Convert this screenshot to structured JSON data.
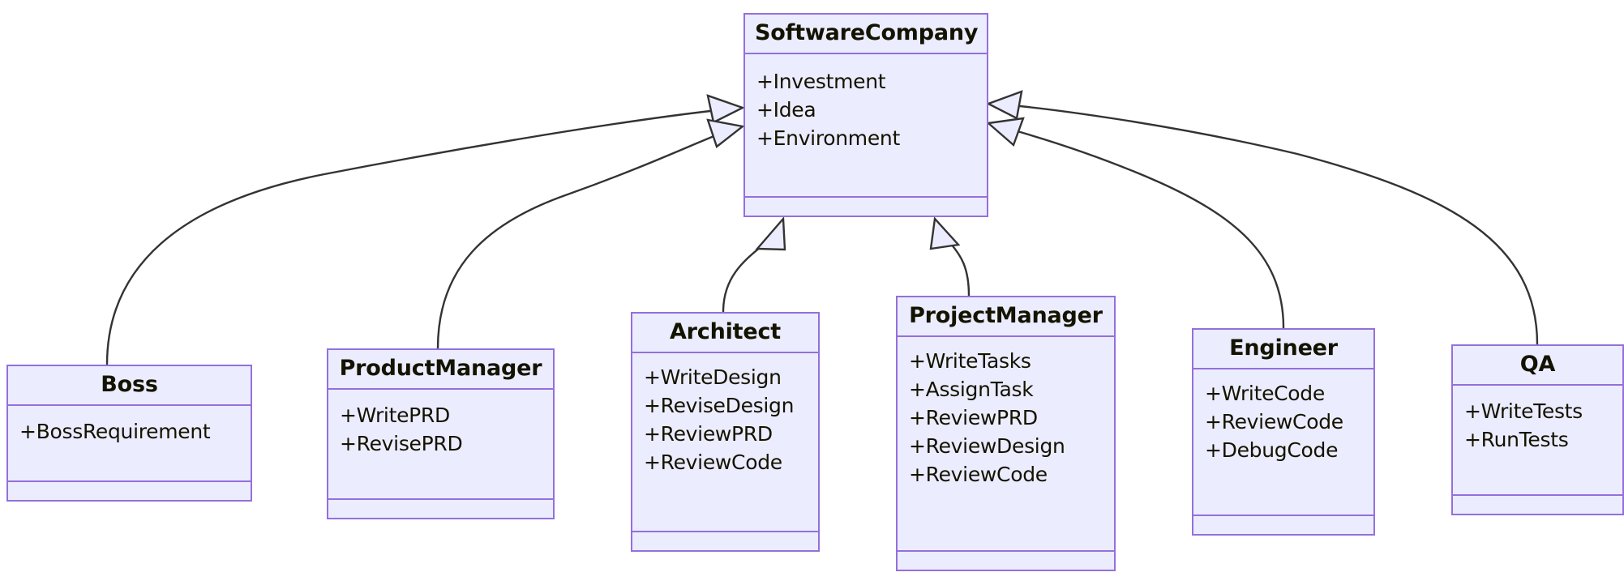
{
  "diagram": {
    "type": "uml-class-diagram",
    "title": "",
    "colors": {
      "class_fill": "#ECECFF",
      "class_border": "#9370DB",
      "text": "#131300",
      "edge_stroke": "#333333",
      "arrowhead_fill": "#ECECFF",
      "background": "#FFFFFF"
    },
    "classes": [
      {
        "id": "softwarecompany",
        "name": "SoftwareCompany",
        "members": [
          "+Investment",
          "+Idea",
          "+Environment"
        ],
        "methods": []
      },
      {
        "id": "boss",
        "name": "Boss",
        "members": [
          "+BossRequirement"
        ],
        "methods": []
      },
      {
        "id": "productmanager",
        "name": "ProductManager",
        "members": [
          "+WritePRD",
          "+RevisePRD"
        ],
        "methods": []
      },
      {
        "id": "architect",
        "name": "Architect",
        "members": [
          "+WriteDesign",
          "+ReviseDesign",
          "+ReviewPRD",
          "+ReviewCode"
        ],
        "methods": []
      },
      {
        "id": "projectmanager",
        "name": "ProjectManager",
        "members": [
          "+WriteTasks",
          "+AssignTask",
          "+ReviewPRD",
          "+ReviewDesign",
          "+ReviewCode"
        ],
        "methods": []
      },
      {
        "id": "engineer",
        "name": "Engineer",
        "members": [
          "+WriteCode",
          "+ReviewCode",
          "+DebugCode"
        ],
        "methods": []
      },
      {
        "id": "qa",
        "name": "QA",
        "members": [
          "+WriteTests",
          "+RunTests"
        ],
        "methods": []
      }
    ],
    "relationships": [
      {
        "from": "boss",
        "to": "softwarecompany",
        "kind": "inheritance"
      },
      {
        "from": "productmanager",
        "to": "softwarecompany",
        "kind": "inheritance"
      },
      {
        "from": "architect",
        "to": "softwarecompany",
        "kind": "inheritance"
      },
      {
        "from": "projectmanager",
        "to": "softwarecompany",
        "kind": "inheritance"
      },
      {
        "from": "engineer",
        "to": "softwarecompany",
        "kind": "inheritance"
      },
      {
        "from": "qa",
        "to": "softwarecompany",
        "kind": "inheritance"
      }
    ]
  }
}
